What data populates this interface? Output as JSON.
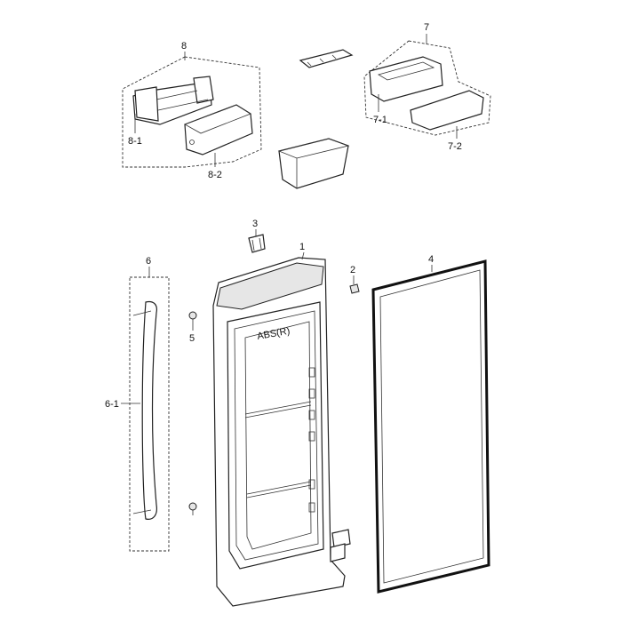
{
  "callouts": {
    "c1": "1",
    "c2": "2",
    "c3": "3",
    "c4": "4",
    "c5": "5",
    "c6": "6",
    "c6_1": "6-1",
    "c7": "7",
    "c7_1": "7-1",
    "c7_2": "7-2",
    "c8": "8",
    "c8_1": "8-1",
    "c8_2": "8-2"
  },
  "door_marking": "ABS(R)"
}
